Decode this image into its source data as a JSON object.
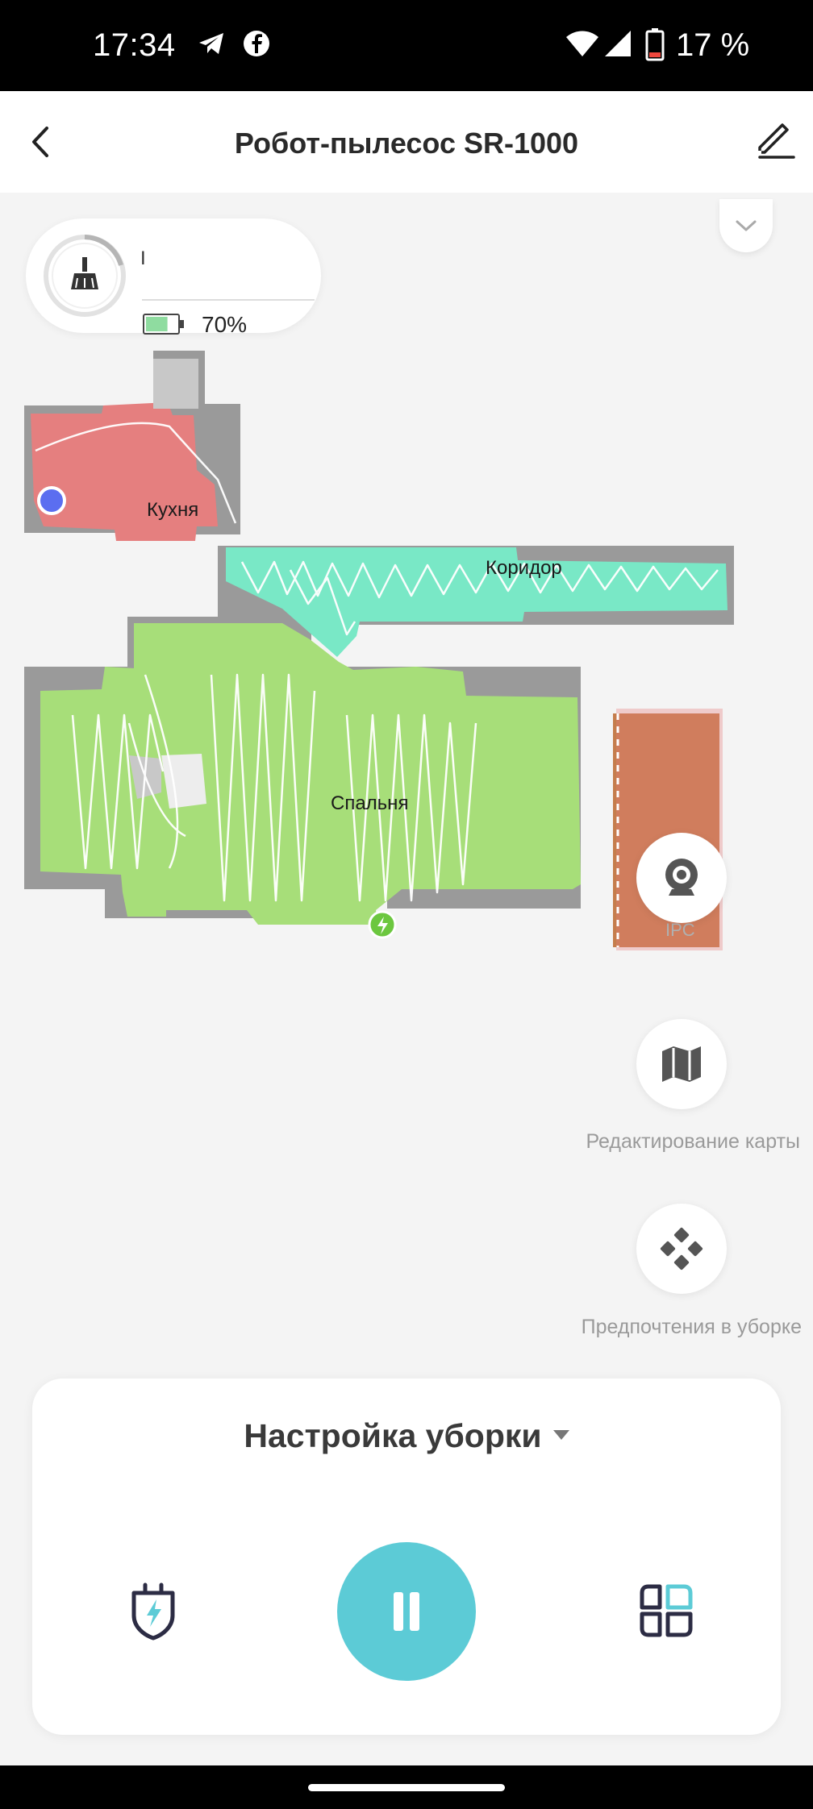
{
  "status_bar": {
    "time": "17:34",
    "battery_percent": "17 %",
    "icons": [
      "telegram-icon",
      "facebook-icon",
      "wifi-icon",
      "signal-icon",
      "battery-low-icon"
    ]
  },
  "header": {
    "title": "Робот-пылесос SR-1000",
    "back_icon": "chevron-left-icon",
    "edit_icon": "pencil-icon"
  },
  "robot_status": {
    "mode_icon": "broom-icon",
    "mode_text": "I",
    "battery_level": 0.7,
    "battery_text": "70%"
  },
  "map": {
    "rooms": [
      {
        "name": "Кухня",
        "color": "#e57f7f"
      },
      {
        "name": "Коридор",
        "color": "#79e8c6"
      },
      {
        "name": "Спальня",
        "color": "#a7de79"
      }
    ],
    "restricted_zone_color": "#c0703a",
    "ipc_label": "IPC",
    "robot_marker_color": "#5b6ef0",
    "dock_marker_color": "#6cc73f"
  },
  "side_actions": [
    {
      "icon": "camera-icon",
      "label": ""
    },
    {
      "icon": "map-icon",
      "label": "Редактирование карты"
    },
    {
      "icon": "diamond-dots-icon",
      "label": "Предпочтения в уборке"
    }
  ],
  "bottom_panel": {
    "settings_label": "Настройка уборки",
    "dock_icon": "dock-charge-icon",
    "pause_icon": "pause-icon",
    "rooms_icon": "room-grid-icon",
    "accent_color": "#5ccbd6"
  }
}
